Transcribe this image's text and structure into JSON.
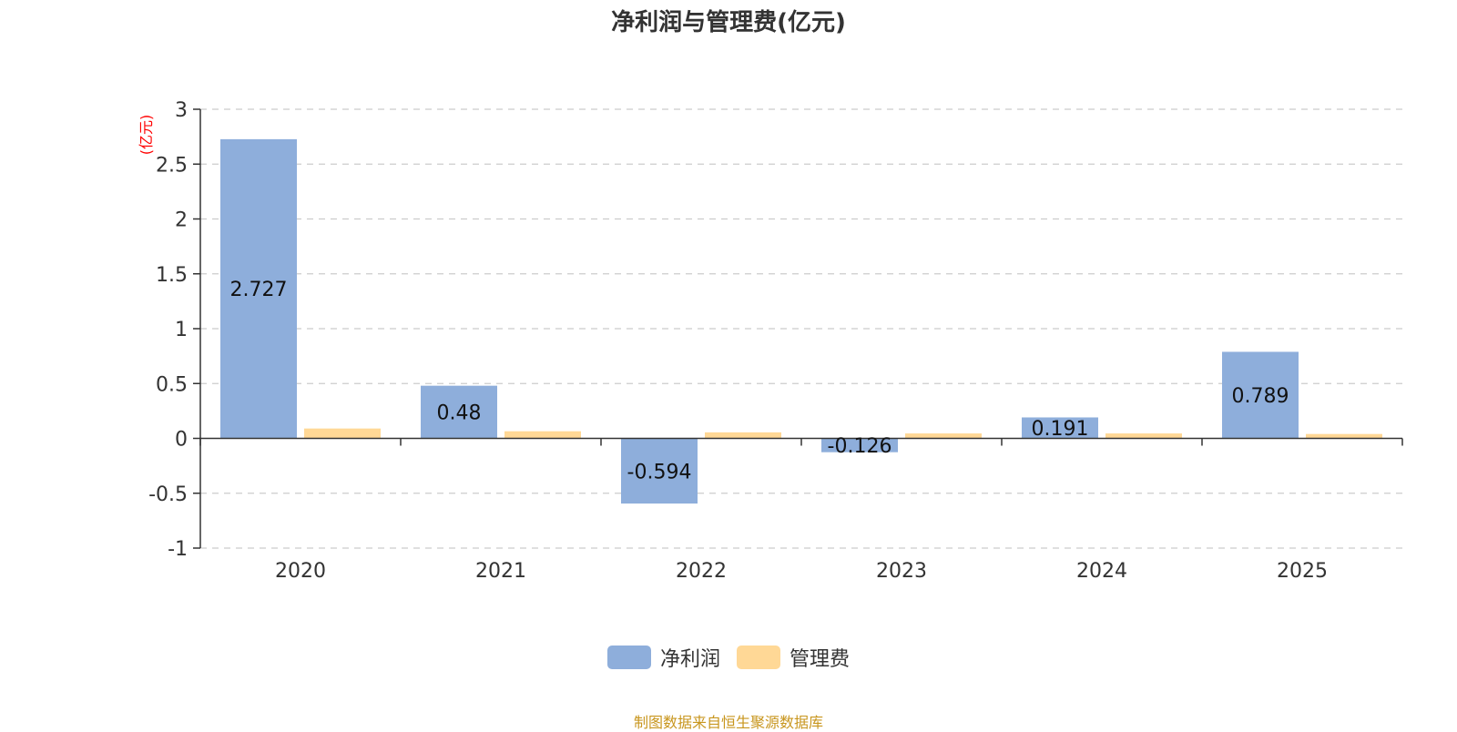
{
  "chart_data": {
    "type": "bar",
    "title": "净利润与管理费(亿元)",
    "y_unit_label": "(亿元)",
    "categories": [
      "2020",
      "2021",
      "2022",
      "2023",
      "2024",
      "2025"
    ],
    "series": [
      {
        "name": "净利润",
        "color": "#8eaedb",
        "values": [
          2.727,
          0.48,
          -0.594,
          -0.126,
          0.191,
          0.789
        ],
        "labels": [
          "2.727",
          "0.48",
          "-0.594",
          "-0.126",
          "0.191",
          "0.789"
        ]
      },
      {
        "name": "管理费",
        "color": "#ffd896",
        "values": [
          0.09,
          0.065,
          0.055,
          0.045,
          0.045,
          0.04
        ]
      }
    ],
    "ylim": [
      -1,
      3
    ],
    "yticks": [
      "3",
      "2.5",
      "2",
      "1.5",
      "1",
      "0.5",
      "0",
      "-0.5",
      "-1"
    ],
    "grid": true,
    "legend_position": "bottom-center"
  },
  "footer": {
    "source": "制图数据来自恒生聚源数据库"
  }
}
